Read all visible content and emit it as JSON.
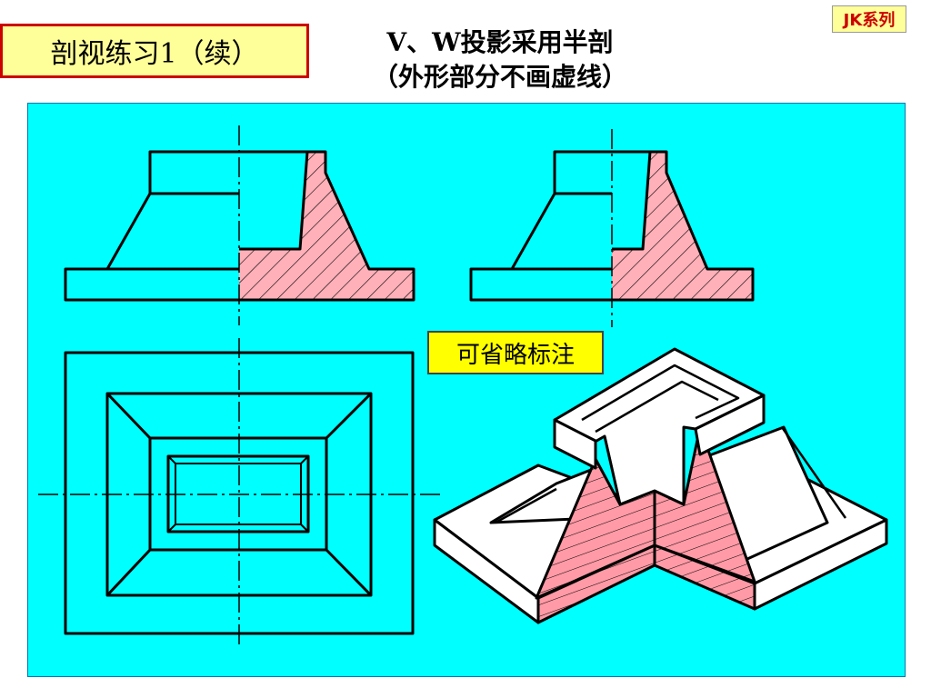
{
  "header": {
    "badge": "剖视练习1（续）",
    "title_line1": "V、W投影采用半剖",
    "title_line2": "（外形部分不画虚线）",
    "brand": "JK系列"
  },
  "annotation": {
    "note": "可省略标注"
  },
  "colors": {
    "panel": "#00ffff",
    "badge_fill": "#ffff99",
    "badge_border": "#cc0000",
    "note_fill": "#ffff00",
    "section_fill": "#ffb0b8",
    "line": "#000000",
    "brand_text": "#cc0000"
  }
}
